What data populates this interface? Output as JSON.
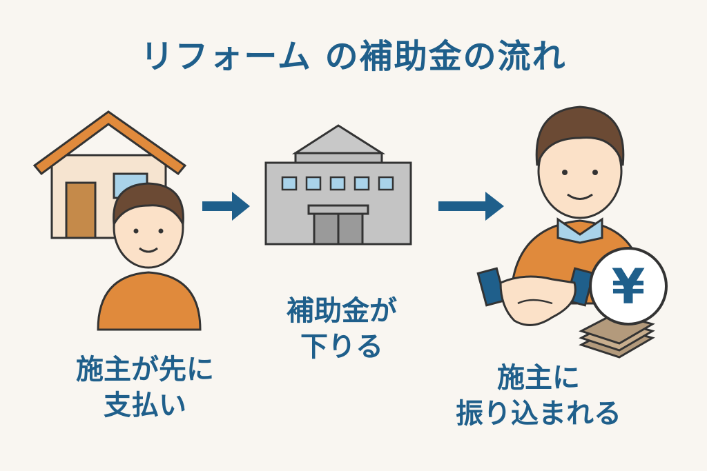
{
  "title": "リフォーム の補助金の流れ",
  "steps": [
    {
      "line1": "施主が先に",
      "line2": "支払い"
    },
    {
      "line1": "補助金が",
      "line2": "下りる"
    },
    {
      "line1": "施主に",
      "line2": "振り込まれる"
    }
  ],
  "currency_symbol": "¥",
  "colors": {
    "accent": "#1f5f8b",
    "orange": "#e08a3c",
    "background": "#f9f6f1"
  }
}
